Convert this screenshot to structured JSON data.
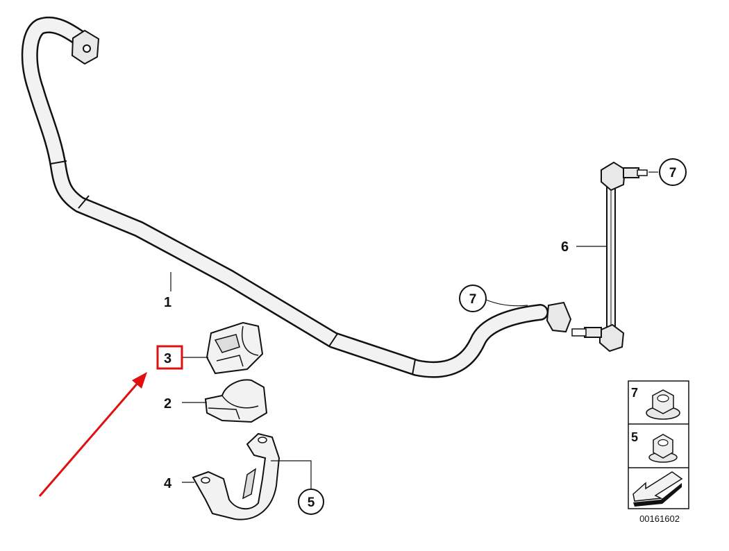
{
  "callouts": {
    "part_1": "1",
    "part_2": "2",
    "part_3": "3",
    "part_4": "4",
    "part_5": "5",
    "part_6": "6",
    "part_7_top": "7",
    "part_7_mid": "7"
  },
  "legend": {
    "nut_7": "7",
    "nut_5": "5"
  },
  "diagram_number": "00161602",
  "colors": {
    "highlight_box": "#e01010",
    "arrow": "#e01010",
    "line": "#111111",
    "part_fill": "#f2f2f2"
  },
  "icons": {
    "legend_arrow": "direction-arrow-icon",
    "nut": "hex-flange-nut-icon"
  }
}
